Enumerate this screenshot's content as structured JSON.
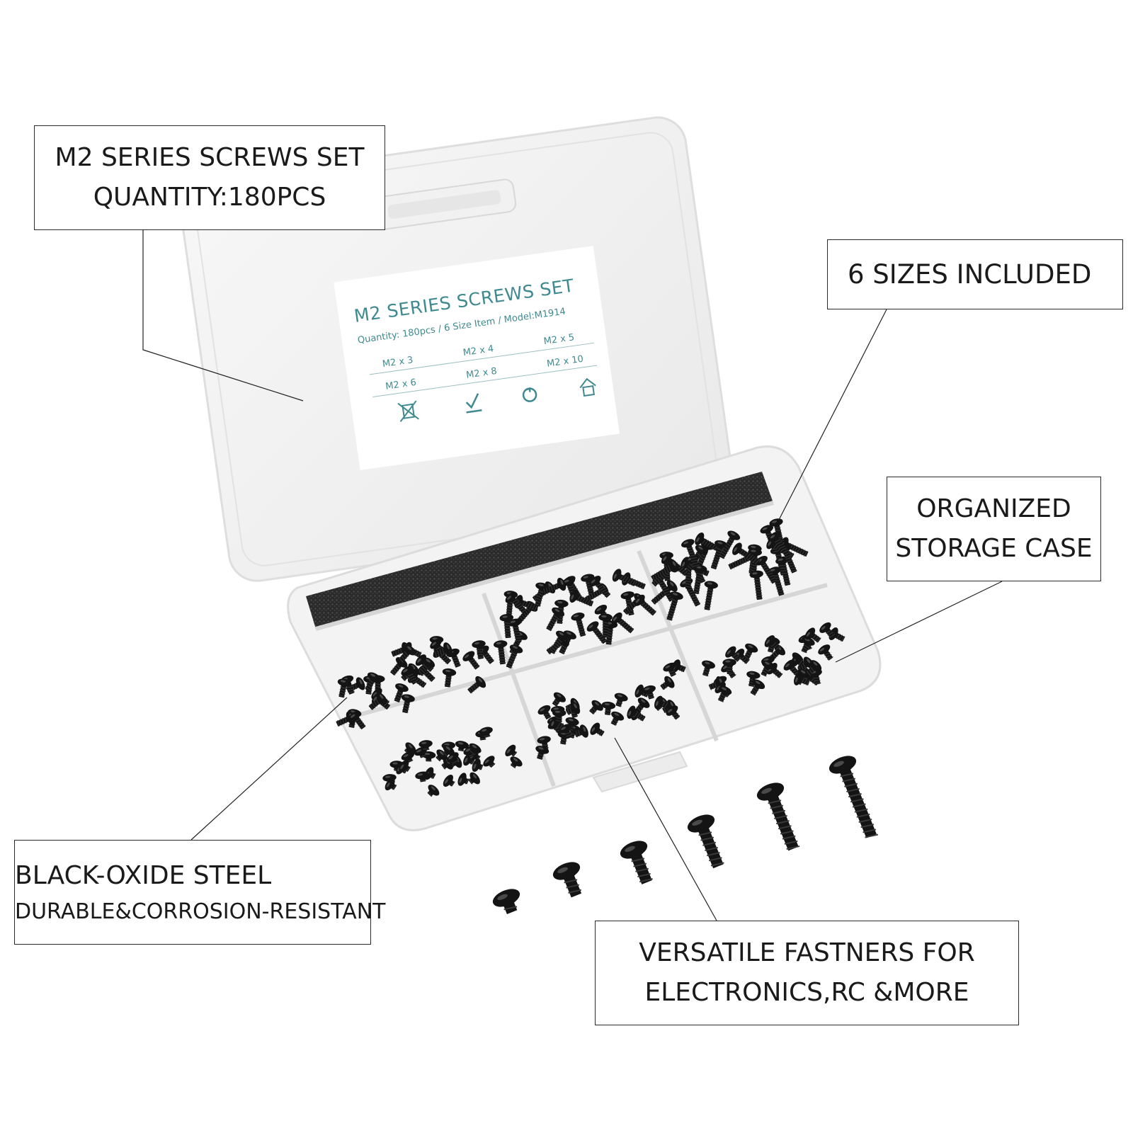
{
  "callouts": {
    "series": {
      "line1": "M2 SERIES SCREWS SET",
      "line2": "QUANTITY:180PCS"
    },
    "sizes": {
      "line1": "6 SIZES INCLUDED"
    },
    "storage": {
      "line1": "ORGANIZED",
      "line2": "STORAGE CASE"
    },
    "material": {
      "line1": "BLACK-OXIDE STEEL",
      "line2": "DURABLE&CORROSION-RESISTANT"
    },
    "uses": {
      "line1": "VERSATILE FASTNERS FOR",
      "line2": "ELECTRONICS,RC &MORE"
    }
  },
  "box_label": {
    "title": "M2 SERIES SCREWS SET",
    "subtitle": "Quantity: 180pcs / 6 Size Item / Model:M1914",
    "sizes": [
      "M2 x 3",
      "M2 x 4",
      "M2 x 5",
      "M2 x 6",
      "M2 x 8",
      "M2 x 10"
    ]
  },
  "icons": [
    "no-trash-icon",
    "hand-check-icon",
    "recycle-icon",
    "house-icon"
  ],
  "colors": {
    "label_text": "#3f8a90",
    "screw": "#141414",
    "case": "#eeeeee",
    "border": "#2a2a2a"
  }
}
